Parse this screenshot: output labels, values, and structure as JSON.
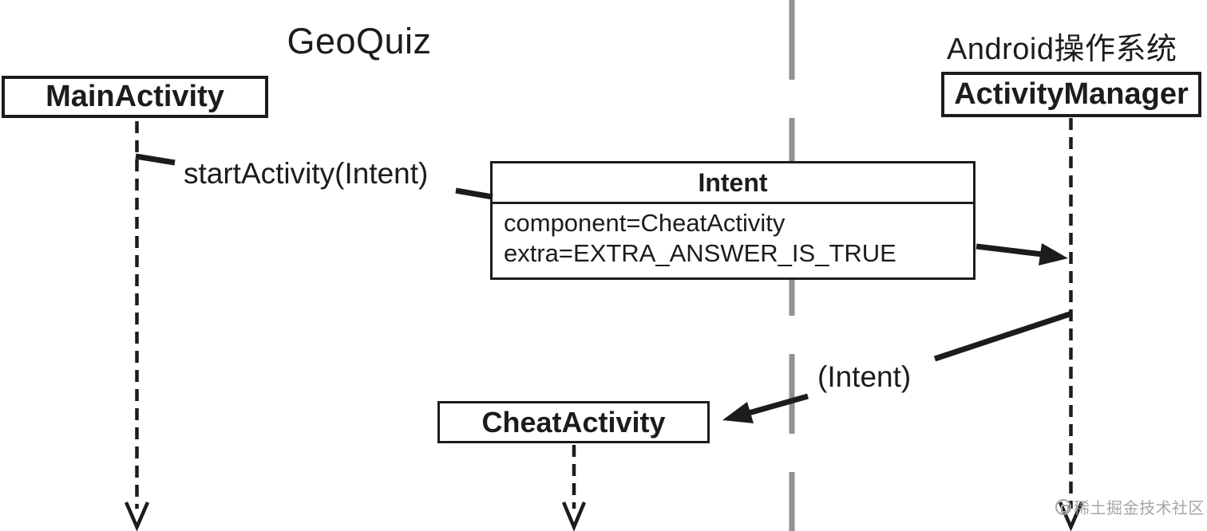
{
  "diagram": {
    "left_section_title": "GeoQuiz",
    "right_section_title": "Android操作系统",
    "nodes": {
      "main_activity": "MainActivity",
      "activity_manager": "ActivityManager",
      "cheat_activity": "CheatActivity"
    },
    "intent_box": {
      "title": "Intent",
      "fields": [
        "component=CheatActivity",
        "extra=EXTRA_ANSWER_IS_TRUE"
      ]
    },
    "messages": {
      "start_activity_call": "startActivity(Intent)",
      "intent_param": "(Intent)"
    },
    "watermark": "稀土掘金技术社区",
    "colors": {
      "ink": "#1c1c1c",
      "divider": "#929292",
      "watermark": "#a6a6a6",
      "background": "#ffffff"
    }
  }
}
